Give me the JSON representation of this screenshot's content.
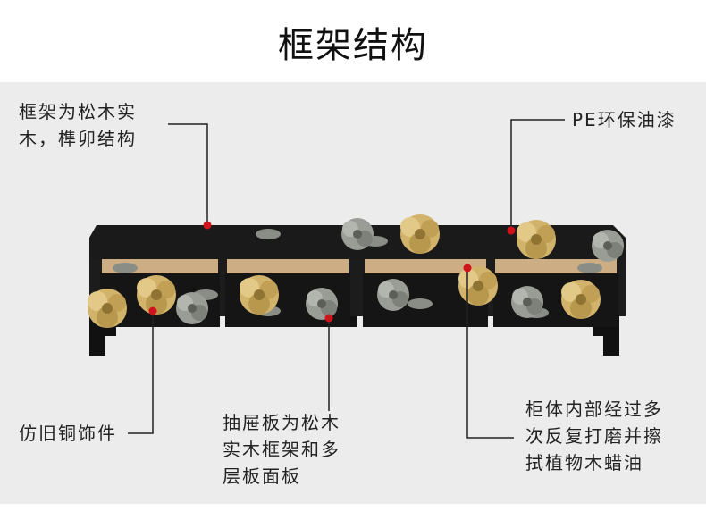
{
  "title": "框架结构",
  "labels": {
    "frame_line1": "框架为松木实",
    "frame_line2": "木，榫卯结构",
    "paint": "PE环保油漆",
    "copper": "仿旧铜饰件",
    "drawer_line1": "抽屉板为松木",
    "drawer_line2": "实木框架和多",
    "drawer_line3": "层板面板",
    "interior_line1": "柜体内部经过多",
    "interior_line2": "次反复打磨并擦",
    "interior_line3": "拭植物木蜡油"
  },
  "colors": {
    "panel_bg": "#ececec",
    "cabinet": "#1a1a1a",
    "flower_gold": "#d2b36b",
    "flower_grey": "#9a9d95",
    "drawer_wood": "#cdae84",
    "marker_red": "#d0121b",
    "leader_line": "#222222"
  }
}
